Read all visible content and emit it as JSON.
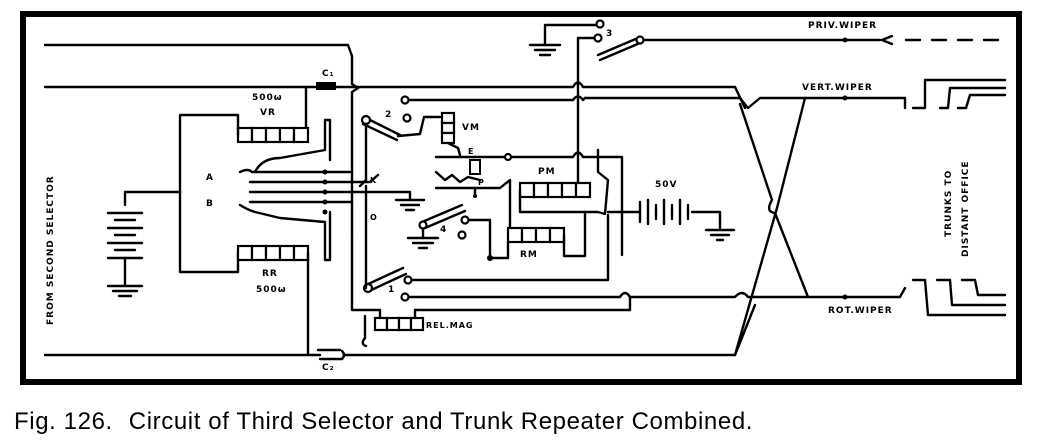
{
  "figure": {
    "number_label": "Fig. 126.",
    "caption": "Circuit of Third Selector and Trunk Repeater Combined."
  },
  "labels": {
    "from_second_selector": "FROM SECOND SELECTOR",
    "condenser_c1": "C₁",
    "condenser_c2": "C₂",
    "vr_resistance": "500ω",
    "vr": "VR",
    "rr": "RR",
    "rr_resistance": "500ω",
    "terminal_a": "A",
    "terminal_b": "B",
    "vm": "VM",
    "pm": "PM",
    "rm": "RM",
    "rel_mag": "REL.MAG",
    "battery_voltage": "50V",
    "spring_e": "E",
    "spring_p": "P",
    "spring_k": "K",
    "spring_o": "O",
    "switch_1": "1",
    "switch_2": "2",
    "switch_3": "3",
    "switch_4": "4",
    "priv_wiper": "PRIV.WIPER",
    "vert_wiper": "VERT.WIPER",
    "rot_wiper": "ROT.WIPER",
    "trunks_to": "TRUNKS TO",
    "distant_office": "DISTANT OFFICE"
  },
  "colors": {
    "ink": "#000000",
    "paper": "#ffffff"
  }
}
